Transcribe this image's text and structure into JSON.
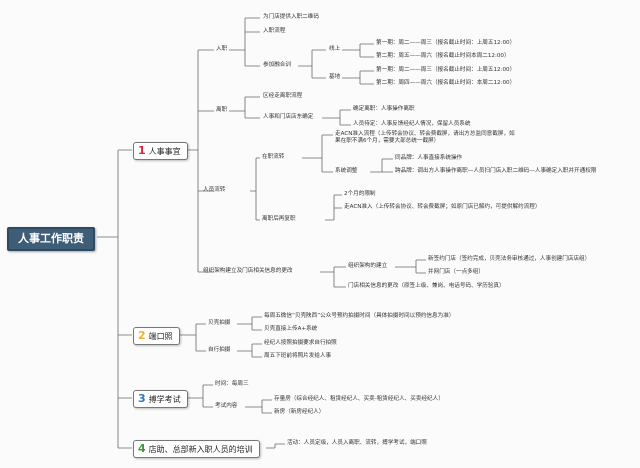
{
  "root": "人事工作职责",
  "colors": {
    "num1": "#d8263a",
    "num2": "#f3b325",
    "num3": "#2e74c4",
    "num4": "#3d9a3d",
    "line": "#6a6a6a"
  },
  "cat1": {
    "num": "1",
    "label": "人事事宜"
  },
  "cat2": {
    "num": "2",
    "label": "端口照"
  },
  "cat3": {
    "num": "3",
    "label": "搏学考试"
  },
  "cat4": {
    "num": "4",
    "label": "店助、总部新入职人员的培训"
  },
  "b_ruzhi": "入职",
  "ruzhi_c1": "为门店提供入职二维码",
  "ruzhi_c2": "入职流程",
  "ruzhi_c3": "参加融合训",
  "xianshang": "线上",
  "xs_1": "第一期：周二——周三（报名截止时间：上周五12:00）",
  "xs_2": "第二期：周五——周六（报名截止时间本周二12:00）",
  "jidi": "基地",
  "jd_1": "第一期：周二——周三（报名截止时间：上周五12:00）",
  "jd_2": "第二期：周四——周六（报名截止时间：本周二12:00）",
  "b_lizhi": "离职",
  "lizhi_c1": "区经走离职流程",
  "lizhi_c2": "人事和门店店东确定",
  "lz_a": "确定离职：人事操作离职",
  "lz_b": "人员待定：人事反馈经纪人情况，保留人员系统",
  "b_liudong": "人员流转",
  "zaizhi": "在职流转",
  "zz_1": "走ACN准入流程（上传转会协议、转会费截屏，请出方总监同意截屏，如果在职不满6个月，需要大部总统一截屏）",
  "xitong": "系统调整",
  "xt_a": "同品牌：人事直接系统操作",
  "xt_b": "跨品牌：调出方人事操作离职—人员扫门店入职二维码—人事确定入职并开通权限",
  "lizhi_back": "离职后再复职",
  "lb_a": "2个月的限制",
  "lb_b": "走ACN准入（上传转会协议、转会费截屏；如原门店已解约，可提供解约流程）",
  "b_zuzhi": "组织架构建立及门店相关信息的更改",
  "zuzhi_c1": "组织架构的建立",
  "zz_x1": "新签约门店（签约完成，贝壳法务审核通过，人事创建门店店组）",
  "zz_x2": "并网门店（一点多组）",
  "zuzhi_c2": "门店相关信息的更改（原签上级、兼岗、电话号码、学历验真）",
  "b_beike": "贝壳拍摄",
  "bk_1": "每周五微信“贝壳陕西”公众号预约拍摄时间（具体拍摄时间以预约信息为准）",
  "bk_2": "贝壳直接上传A+系统",
  "b_zixing": "自行拍摄",
  "zx_1": "经纪人按照拍摄要求自行拍照",
  "zx_2": "周五下班前将照片发给人事",
  "b_time": "时间：每周三",
  "b_content": "考试内容",
  "ct_1": "存量房（综合经纪人、租赁经纪人、买卖-租赁经纪人、买卖经纪人）",
  "ct_2": "新房（新房经纪人）",
  "b_train": "活动：人员定级，人员入离职、流转，搏学考试，端口照"
}
